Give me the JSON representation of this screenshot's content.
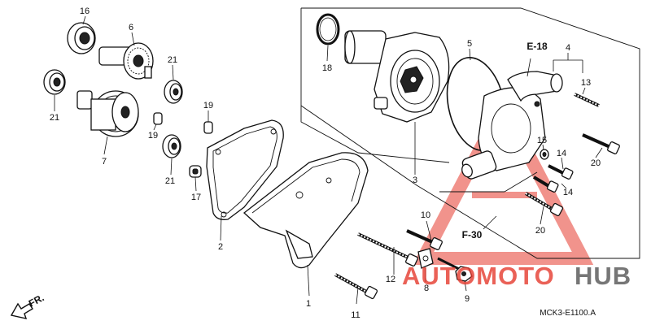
{
  "callouts": {
    "c1": "1",
    "c2": "2",
    "c3": "3",
    "c4": "4",
    "c5": "5",
    "c6": "6",
    "c7": "7",
    "c8": "8",
    "c9": "9",
    "c11": "11",
    "c12": "12",
    "c13": "13",
    "c14a": "14",
    "c14b": "14",
    "c15": "15",
    "c16": "16",
    "c17": "17",
    "c18": "18",
    "c19a": "19",
    "c19b": "19",
    "c20a": "20",
    "c20b": "20",
    "c21a": "21",
    "c21b": "21",
    "c21c": "21",
    "c10": "10"
  },
  "refs": {
    "e18": "E-18",
    "f30": "F-30"
  },
  "front_marker": "FR.",
  "diagram_code": "MCK3-E1100.A",
  "watermark": {
    "part1": "AUTOMOTO",
    "part2": "HUB",
    "color1": "#e63a2e",
    "color2": "#555555"
  }
}
